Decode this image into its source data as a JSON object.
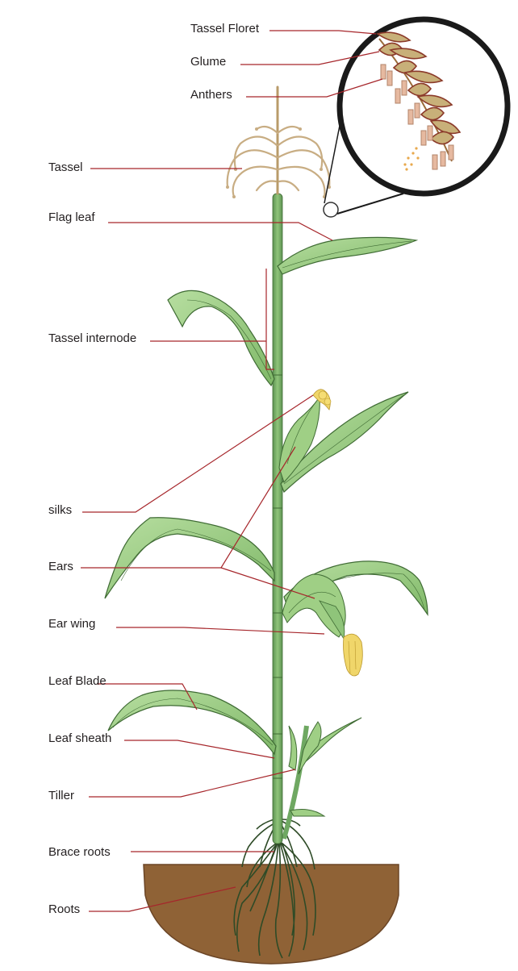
{
  "labels": {
    "tassel_floret": "Tassel Floret",
    "glume": "Glume",
    "anthers": "Anthers",
    "tassel": "Tassel",
    "flag_leaf": "Flag leaf",
    "tassel_internode": "Tassel internode",
    "silks": "silks",
    "ears": "Ears",
    "ear_wing": "Ear wing",
    "leaf_blade": "Leaf Blade",
    "leaf_sheath": "Leaf sheath",
    "tiller": "Tiller",
    "brace_roots": "Brace roots",
    "roots": "Roots"
  },
  "colors": {
    "leader_line": "#a6262b",
    "leaf_fill": "#9fcf85",
    "leaf_stroke": "#3f6b34",
    "stalk": "#6fa862",
    "soil": "#8f6236",
    "tassel": "#c8ad83",
    "silk": "#f0d66a",
    "magnifier_ring": "#1a1a1a"
  },
  "icons": [
    "corn-plant-illustration",
    "magnifier-circle",
    "tassel-branch-detail"
  ]
}
